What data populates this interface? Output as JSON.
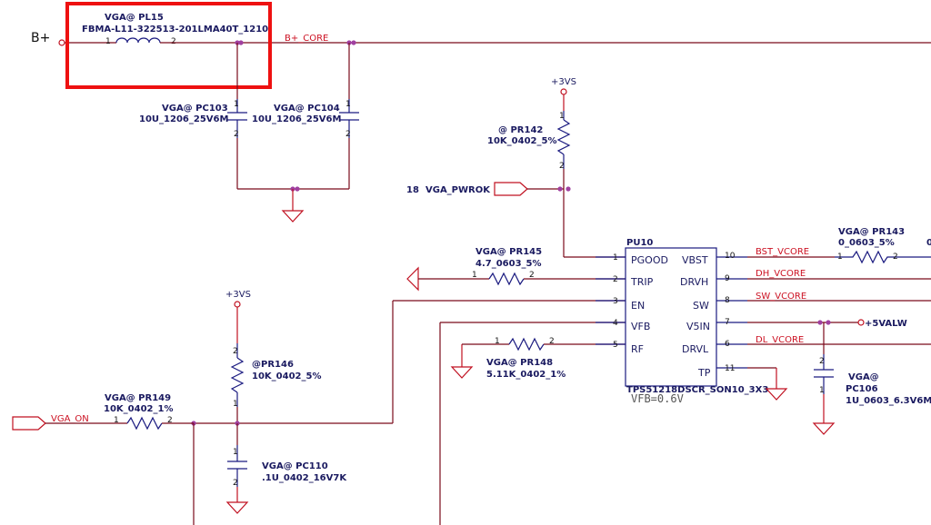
{
  "nets": {
    "b_plus": "B+",
    "b_plus_core": "B+_CORE",
    "vga_pwrok": "VGA_PWROK",
    "vga_pwrok_ref": "18",
    "vga_on": "VGA_ON",
    "plus_3vs_1": "+3VS",
    "plus_3vs_2": "+3VS",
    "plus_5valw": "+5VALW",
    "bst_vcore": "BST_VCORE",
    "dh_vcore": "DH_VCORE",
    "sw_vcore": "SW_VCORE",
    "dl_vcore": "DL_VCORE"
  },
  "components": {
    "pl15": {
      "ref": "VGA@   PL15",
      "value": "FBMA-L11-322513-201LMA40T_1210",
      "pin1": "1",
      "pin2": "2"
    },
    "pc103": {
      "ref": "VGA@ PC103",
      "value": "10U_1206_25V6M",
      "pin1": "1",
      "pin2": "2"
    },
    "pc104": {
      "ref": "VGA@ PC104",
      "value": "10U_1206_25V6M",
      "pin1": "1",
      "pin2": "2"
    },
    "pr142": {
      "ref": "@    PR142",
      "value": "10K_0402_5%",
      "pin1": "1",
      "pin2": "2"
    },
    "pr143": {
      "ref": "VGA@ PR143",
      "value": "0_0603_5%",
      "pin1": "1",
      "pin2": "2"
    },
    "pr145": {
      "ref": "VGA@ PR145",
      "value": "4.7_0603_5%",
      "pin1": "1",
      "pin2": "2"
    },
    "pr146": {
      "ref": "@PR146",
      "value": "10K_0402_5%",
      "pin1": "1",
      "pin2": "2"
    },
    "pr148": {
      "ref": "VGA@ PR148",
      "value": "5.11K_0402_1%",
      "pin1": "1",
      "pin2": "2"
    },
    "pr149": {
      "ref": "VGA@ PR149",
      "value": "10K_0402_1%",
      "pin1": "1",
      "pin2": "2"
    },
    "pc110": {
      "ref": "VGA@ PC110",
      "value": ".1U_0402_16V7K",
      "pin1": "1",
      "pin2": "2"
    },
    "pc106": {
      "ref_top": "VGA@",
      "ref": "PC106",
      "value": "1U_0603_6.3V6M",
      "pin1": "2",
      "pin2": "1"
    }
  },
  "ic": {
    "ref": "PU10",
    "part": "TPS51218DSCR_SON10_3X3",
    "note": "VFB=0.6V",
    "left_pins": [
      {
        "num": "1",
        "name": "PGOOD"
      },
      {
        "num": "2",
        "name": "TRIP"
      },
      {
        "num": "3",
        "name": "EN"
      },
      {
        "num": "4",
        "name": "VFB"
      },
      {
        "num": "5",
        "name": "RF"
      }
    ],
    "right_pins": [
      {
        "num": "10",
        "name": "VBST"
      },
      {
        "num": "9",
        "name": "DRVH"
      },
      {
        "num": "8",
        "name": "SW"
      },
      {
        "num": "7",
        "name": "V5IN"
      },
      {
        "num": "6",
        "name": "DRVL"
      },
      {
        "num": "11",
        "name": "TP"
      }
    ]
  },
  "edge_fragment": "0"
}
